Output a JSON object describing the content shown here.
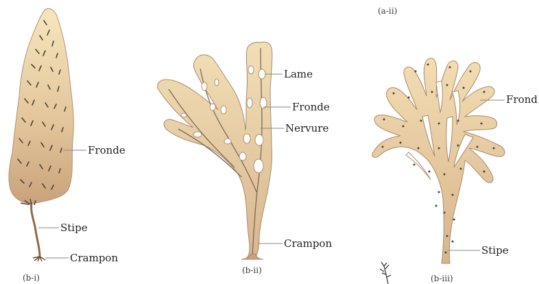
{
  "figure": {
    "top_caption": "(a-ii)",
    "panels": [
      {
        "caption": "(b-i)",
        "labels": {
          "frond": "Fronde",
          "stipe": "Stipe",
          "holdfast": "Crampon"
        }
      },
      {
        "caption": "(b-ii)",
        "labels": {
          "blade": "Lame",
          "frond": "Fronde",
          "midrib": "Nervure",
          "holdfast": "Crampon"
        }
      },
      {
        "caption": "(b-iii)",
        "labels": {
          "frond": "Frond",
          "stipe": "Stipe"
        }
      }
    ]
  },
  "colors": {
    "thallus_light": "#f3dfb4",
    "thallus_mid": "#dfc195",
    "thallus_dark": "#c8a07a",
    "outline": "#a88a6a",
    "marks": "#4e4434"
  }
}
